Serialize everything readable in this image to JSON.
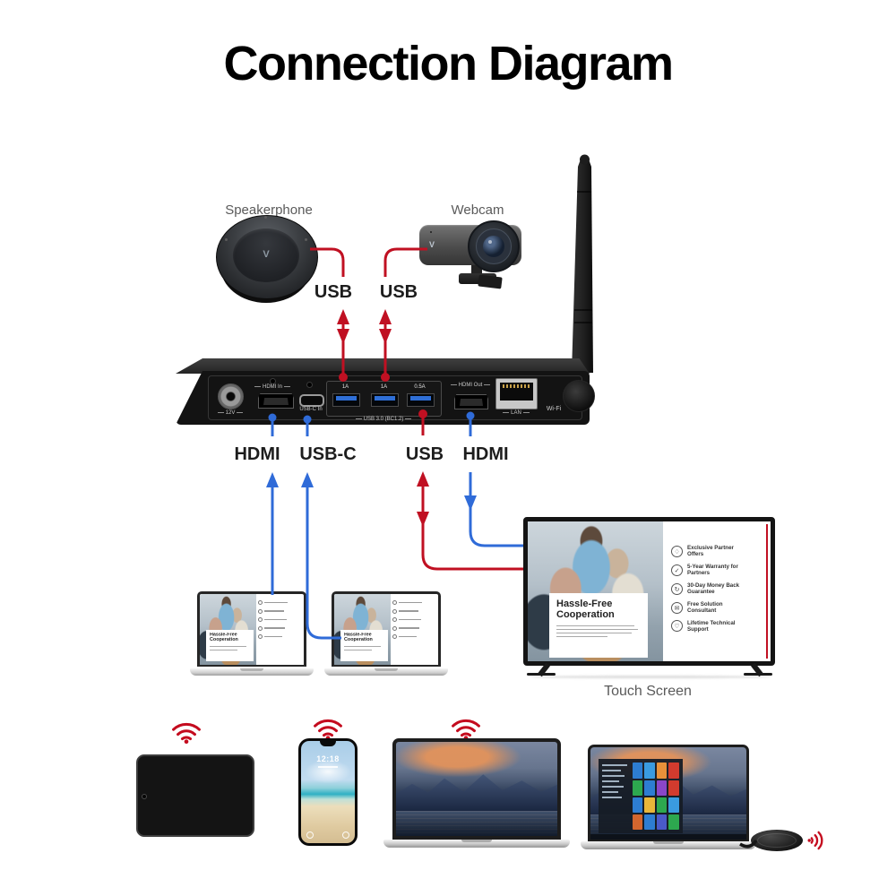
{
  "title": "Connection Diagram",
  "colors": {
    "line_red": "#c01022",
    "line_blue": "#2f6bd8",
    "wifi_red": "#c40b1e",
    "label_gray": "#5a5a5a"
  },
  "devices": {
    "speakerphone": {
      "label": "Speakerphone",
      "logo": "V"
    },
    "webcam": {
      "label": "Webcam",
      "logo": "V"
    },
    "touch_screen": {
      "label": "Touch Screen"
    },
    "phone": {
      "lock_time": "12:18"
    }
  },
  "hub": {
    "ports": {
      "power": "12V",
      "hdmi_in": "HDMI In",
      "usbc_in": "USB-C In",
      "usb_current_1": "1A",
      "usb_current_2": "1A",
      "usb_current_3": "0.5A",
      "usb_group": "USB 3.0 (BC1.2)",
      "hdmi_out": "HDMI Out",
      "lan": "LAN",
      "wifi": "Wi-Fi"
    }
  },
  "connections": {
    "speakerphone_usb": "USB",
    "webcam_usb": "USB",
    "laptop_hdmi": "HDMI",
    "laptop_usbc": "USB-C",
    "touch_usb": "USB",
    "tv_hdmi": "HDMI"
  },
  "slide": {
    "heading": "Hassle-Free Cooperation",
    "bullets": [
      {
        "icon": "offers-icon",
        "glyph": "♢",
        "text": "Exclusive Partner Offers"
      },
      {
        "icon": "warranty-icon",
        "glyph": "✓",
        "text": "5-Year Warranty for Partners"
      },
      {
        "icon": "money-back-icon",
        "glyph": "↻",
        "text": "30-Day Money Back Guarantee"
      },
      {
        "icon": "consultant-icon",
        "glyph": "✉",
        "text": "Free Solution Consultant"
      },
      {
        "icon": "support-icon",
        "glyph": "♡",
        "text": "Lifetime Technical Support"
      }
    ]
  }
}
